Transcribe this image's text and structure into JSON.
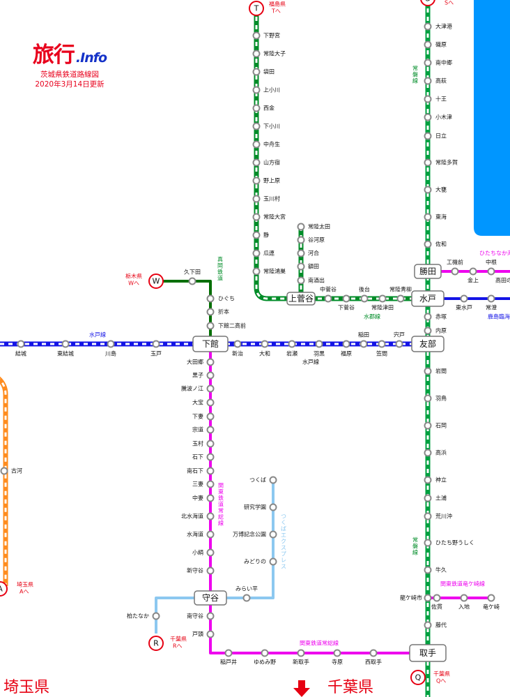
{
  "header": {
    "logo_main": "旅行",
    "logo_info": ".Info",
    "title": "茨城県鉄道路線図",
    "updated": "2020年3月14日更新"
  },
  "colors": {
    "joban": "#00a040",
    "suigun": "#008c28",
    "mito": "#1414e6",
    "kanto": "#ee00ee",
    "tx": "#8cc8f0",
    "moka": "#006e00",
    "ryugasaki": "#ee00ee",
    "hitachinaka": "#ee00ee",
    "kashima": "#1414e6",
    "orange": "#ff8c1e",
    "pref_red": "#e60012",
    "sea": "#0096ff"
  },
  "line_names": {
    "joban_upper": "常磐線",
    "joban_lower": "常磐線",
    "suigun": "水郡線",
    "mito_left": "水戸線",
    "mito_right": "水戸線",
    "moka": "真岡鉄道",
    "kanto": "関東鉄道常総線",
    "kanto_bottom": "関東鉄道常総線",
    "tx": "つくばエクスプレス",
    "ryugasaki": "関東鉄道竜ケ崎線",
    "hitachinaka": "ひたちなか海",
    "kashima": "鹿島臨海"
  },
  "hubs": {
    "shimodate": "下館",
    "mito": "水戸",
    "tomobe": "友部",
    "katsuta": "勝田",
    "kamisugaya": "上菅谷",
    "moriya": "守谷",
    "toride": "取手"
  },
  "connectors": {
    "T": {
      "letter": "T",
      "pref": "福島県",
      "dir": "Tへ"
    },
    "S": {
      "letter": "S",
      "pref": "",
      "dir": "Sへ"
    },
    "W": {
      "letter": "W",
      "pref": "栃木県",
      "dir": "Wへ"
    },
    "A": {
      "letter": "A",
      "pref": "埼玉県",
      "dir": "Aへ"
    },
    "R": {
      "letter": "R",
      "pref": "千葉県",
      "dir": "Rへ"
    },
    "Q": {
      "letter": "Q",
      "pref": "千葉県",
      "dir": "Qへ"
    }
  },
  "regions": {
    "saitama": "埼玉県",
    "chiba": "千葉県"
  },
  "stations": {
    "joban_north": [
      "大津港",
      "磯原",
      "南中郷",
      "高萩",
      "十王",
      "小木津",
      "日立",
      "常陸多賀",
      "大甕",
      "東海",
      "佐和"
    ],
    "joban_mid": [
      "赤塚",
      "内原"
    ],
    "joban_south": [
      "岩間",
      "羽鳥",
      "石岡",
      "高浜",
      "神立",
      "土浦",
      "荒川沖",
      "ひたち野うしく",
      "牛久",
      "龍ケ崎市",
      "藤代"
    ],
    "suigun_north": [
      "下野宮",
      "常陸大子",
      "袋田",
      "上小川",
      "西金",
      "下小川",
      "中舟生",
      "山方宿",
      "野上原",
      "玉川村",
      "常陸大宮",
      "静",
      "瓜連",
      "常陸鴻巣"
    ],
    "suigun_branch": [
      "常陸太田",
      "谷河原",
      "河合",
      "額田",
      "南酒出"
    ],
    "suigun_south_upper": [
      "中菅谷",
      "後台",
      "常陸青柳"
    ],
    "suigun_south_lower": [
      "下菅谷",
      "常陸津田"
    ],
    "mito_west": [
      "結城",
      "東結城",
      "川島",
      "玉戸"
    ],
    "mito_east_lower": [
      "新治",
      "大和",
      "岩瀬",
      "羽黒",
      "福原",
      "笠間"
    ],
    "mito_east_upper": [
      "稲田",
      "宍戸"
    ],
    "moka": [
      "久下田",
      "ひぐち",
      "折本",
      "下館二高前"
    ],
    "kanto_north": [
      "大田郷",
      "黒子",
      "騰波ノ江",
      "大宝",
      "下妻",
      "宗道",
      "玉村",
      "石下",
      "南石下",
      "三妻",
      "中妻",
      "北水海道",
      "水海道",
      "小絹",
      "新守谷"
    ],
    "kanto_south": [
      "南守谷",
      "戸頭"
    ],
    "kanto_bottom": [
      "稲戸井",
      "ゆめみ野",
      "新取手",
      "寺原",
      "西取手"
    ],
    "tx": [
      "つくば",
      "研究学園",
      "万博記念公園",
      "みどりの",
      "みらい平"
    ],
    "tx_left": "柏たなか",
    "hitachinaka": [
      "工機前",
      "金上",
      "中根",
      "高田の"
    ],
    "kashima": [
      "東水戸",
      "常澄"
    ],
    "ryugasaki": [
      "佐貫",
      "入地",
      "竜ケ崎"
    ],
    "orange": "古河"
  }
}
